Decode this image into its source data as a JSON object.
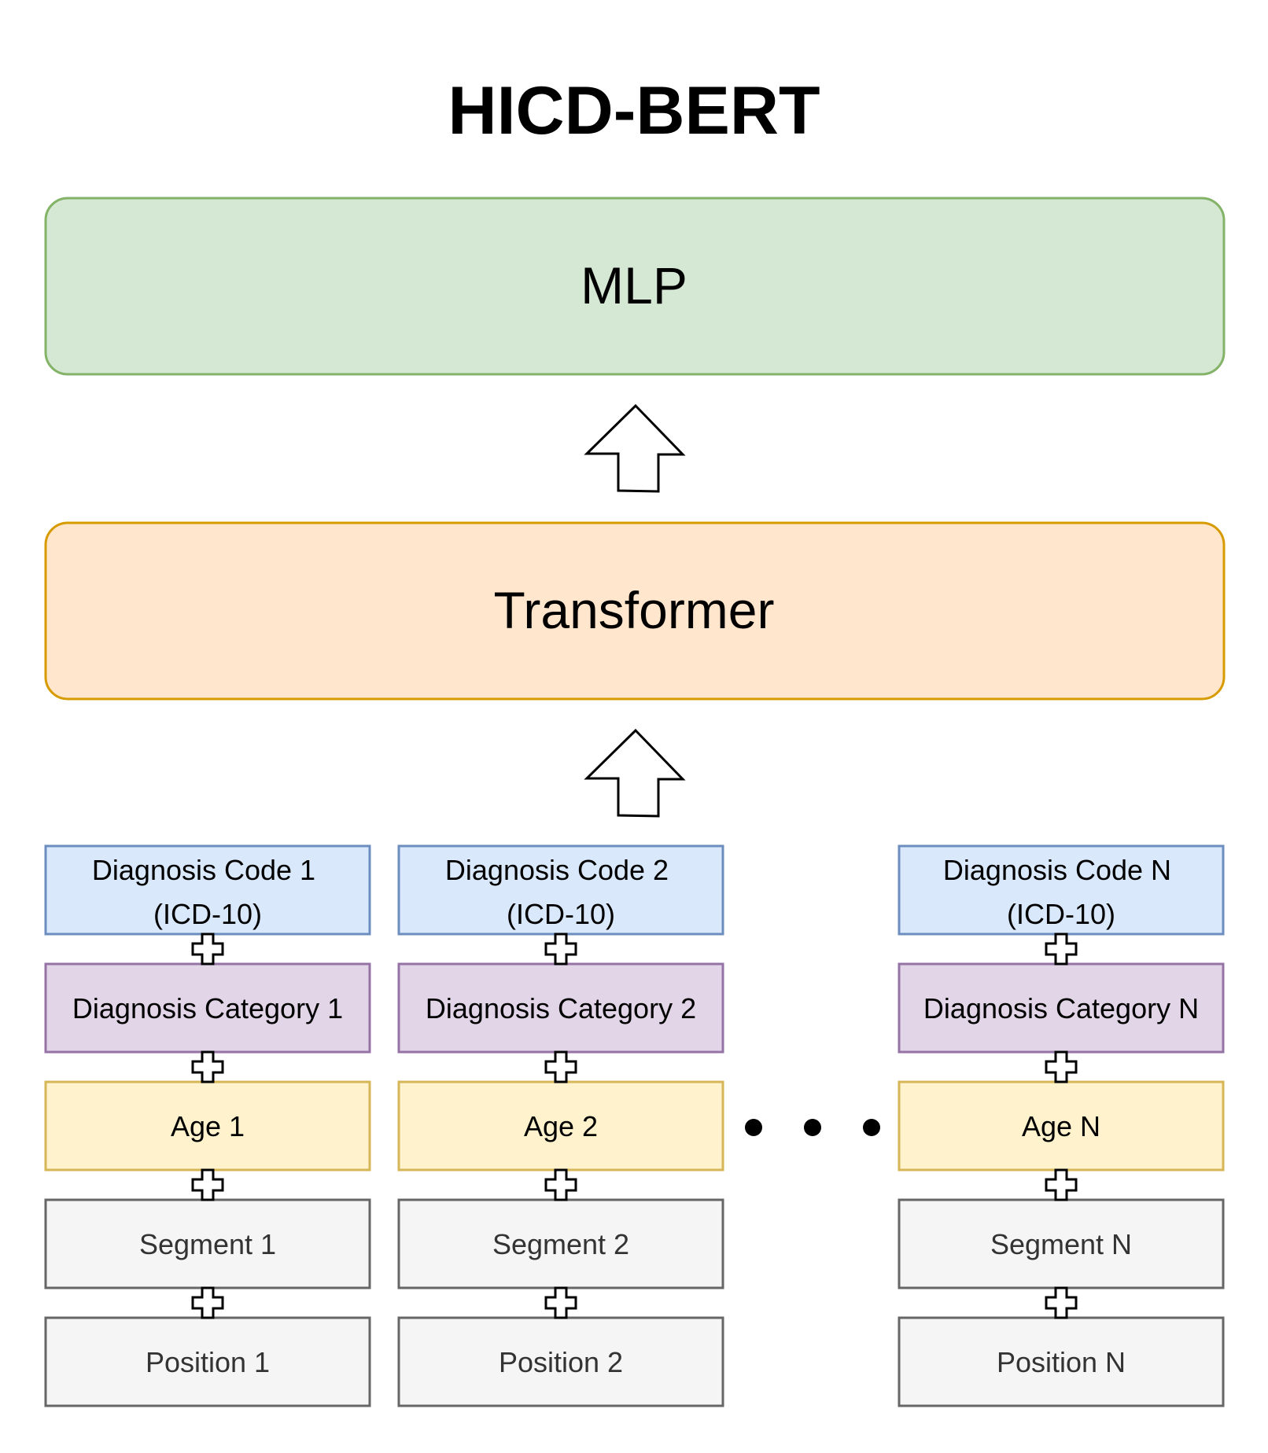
{
  "title": "HICD-BERT",
  "mlp": {
    "label": "MLP",
    "fill": "#d5e8d4",
    "stroke": "#82b366"
  },
  "transformer": {
    "label": "Transformer",
    "fill": "#ffe6cc",
    "stroke": "#d79b00"
  },
  "styles": {
    "code": {
      "fill": "#dae8fc",
      "stroke": "#6c8ebf",
      "text": "#000000"
    },
    "category": {
      "fill": "#e1d5e7",
      "stroke": "#9673a6",
      "text": "#000000"
    },
    "age": {
      "fill": "#fff2cc",
      "stroke": "#d6b656",
      "text": "#000000"
    },
    "segment": {
      "fill": "#f5f5f5",
      "stroke": "#666666",
      "text": "#333333"
    },
    "position": {
      "fill": "#f5f5f5",
      "stroke": "#666666",
      "text": "#333333"
    }
  },
  "columns": [
    {
      "code": [
        "Diagnosis Code 1",
        "(ICD-10)"
      ],
      "category": "Diagnosis Category 1",
      "age": "Age 1",
      "segment": "Segment 1",
      "position": "Position 1"
    },
    {
      "code": [
        "Diagnosis Code 2",
        "(ICD-10)"
      ],
      "category": "Diagnosis Category 2",
      "age": "Age 2",
      "segment": "Segment 2",
      "position": "Position 2"
    },
    {
      "code": [
        "Diagnosis Code N",
        "(ICD-10)"
      ],
      "category": "Diagnosis Category N",
      "age": "Age N",
      "segment": "Segment N",
      "position": "Position N"
    }
  ]
}
